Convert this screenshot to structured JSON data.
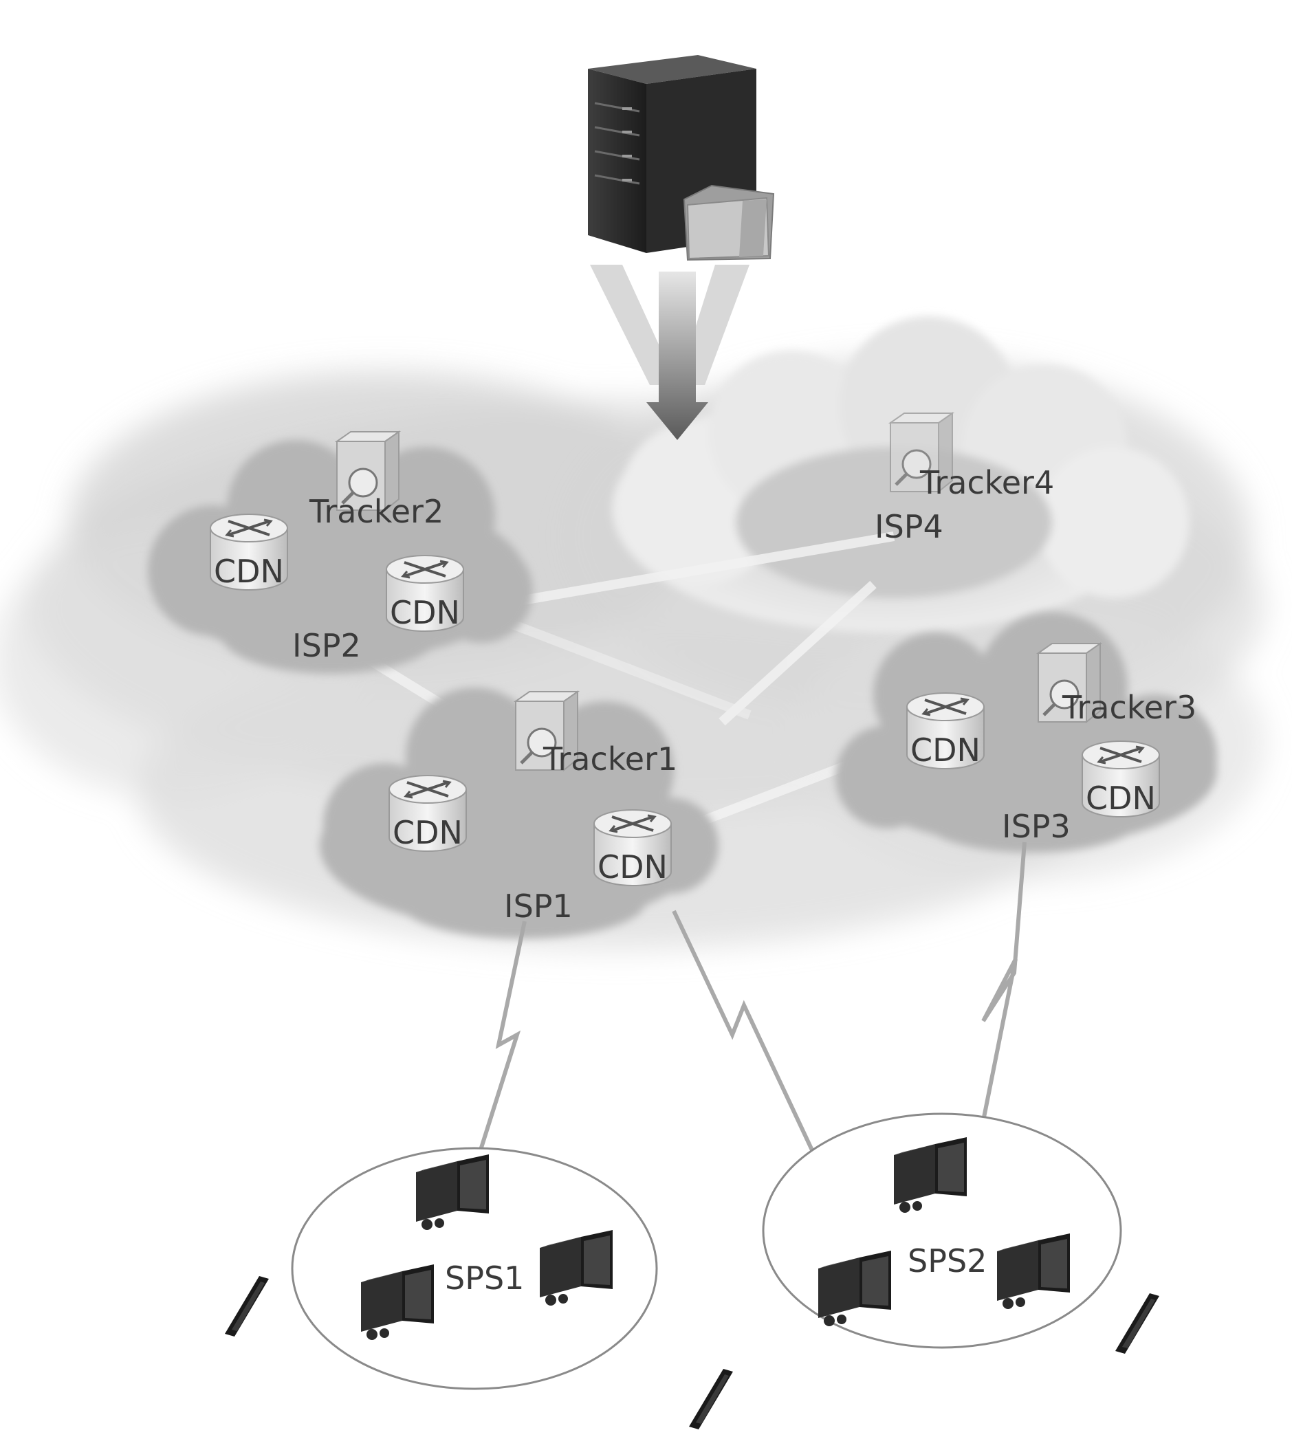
{
  "nodes": {
    "isps": [
      {
        "id": "isp1",
        "label": "ISP1",
        "tracker": "Tracker1"
      },
      {
        "id": "isp2",
        "label": "ISP2",
        "tracker": "Tracker2"
      },
      {
        "id": "isp3",
        "label": "ISP3",
        "tracker": "Tracker3"
      },
      {
        "id": "isp4",
        "label": "ISP4",
        "tracker": "Tracker4"
      }
    ],
    "cdn_label": "CDN",
    "peer_groups": [
      {
        "id": "sps1",
        "label": "SPS1"
      },
      {
        "id": "sps2",
        "label": "SPS2"
      }
    ]
  },
  "edges": [
    {
      "from": "source-server",
      "to": "isp4",
      "style": "arrow"
    },
    {
      "from": "isp4",
      "to": "isp2",
      "style": "line"
    },
    {
      "from": "isp4",
      "to": "isp1",
      "style": "line"
    },
    {
      "from": "isp1",
      "to": "isp3",
      "style": "line"
    },
    {
      "from": "isp2",
      "to": "isp1",
      "style": "line"
    },
    {
      "from": "isp1",
      "to": "sps1",
      "style": "zigzag"
    },
    {
      "from": "isp1",
      "to": "sps2",
      "style": "zigzag"
    },
    {
      "from": "isp3",
      "to": "sps2",
      "style": "zigzag"
    }
  ]
}
